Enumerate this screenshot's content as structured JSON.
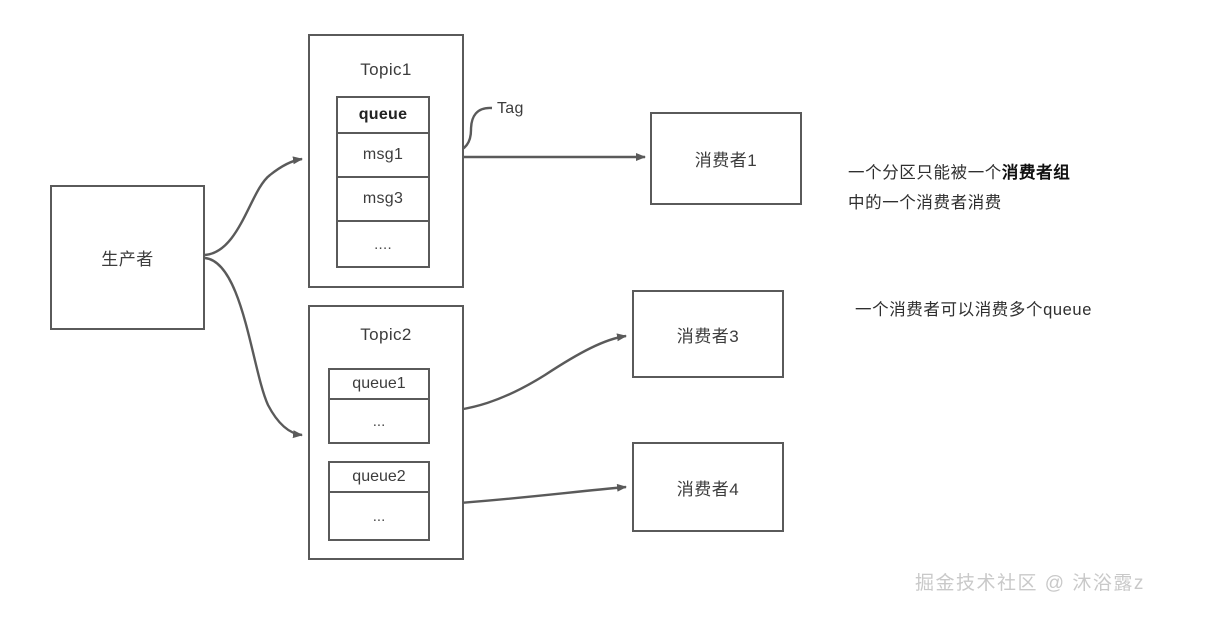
{
  "diagram": {
    "title": "RocketMQ Topic Queue Consumer Diagram",
    "colors": {
      "stroke": "#5a5a5a",
      "text": "#3c3c3c",
      "background": "#ffffff",
      "watermark": "#c9c9c9"
    },
    "producer": {
      "label": "生产者"
    },
    "topics": [
      {
        "name": "Topic1",
        "queue_table": {
          "header": "queue",
          "rows": [
            "msg1",
            "msg3",
            "...."
          ]
        }
      },
      {
        "name": "Topic2",
        "queues": [
          {
            "name": "queue1",
            "body": "..."
          },
          {
            "name": "queue2",
            "body": "..."
          }
        ]
      }
    ],
    "consumers": [
      {
        "label": "消费者1"
      },
      {
        "label": "消费者3"
      },
      {
        "label": "消费者4"
      }
    ],
    "labels": {
      "tag": "Tag"
    },
    "notes": [
      {
        "line1_prefix": "一个分区只能被一个",
        "line1_bold": "消费者组",
        "line2": "中的一个消费者消费"
      },
      {
        "text": "一个消费者可以消费多个queue"
      }
    ],
    "watermark": "掘金技术社区 @ 沐浴露z"
  }
}
